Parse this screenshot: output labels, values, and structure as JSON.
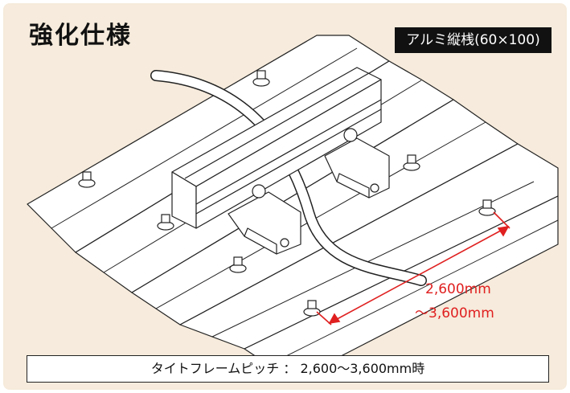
{
  "title": "強化仕様",
  "badge": "アルミ縦桟(60×100)",
  "dimension": {
    "line1": "2,600mm",
    "line2": "～3,600mm",
    "color": "#e02020"
  },
  "footer": "タイトフレームピッチ ： 2,600～3,600mm時",
  "colors": {
    "background": "#f6ebdc",
    "badge_bg": "#111111",
    "text": "#111111"
  }
}
